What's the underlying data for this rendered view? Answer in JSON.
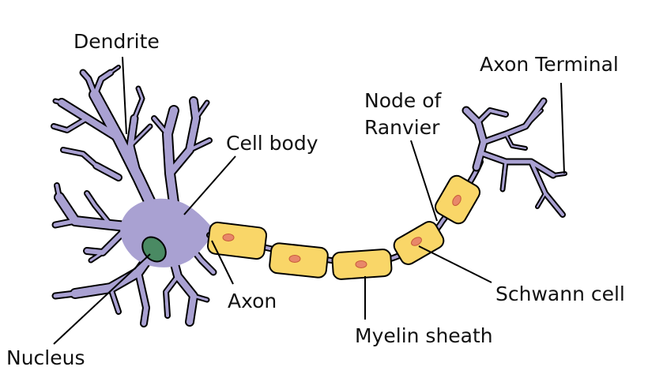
{
  "labels": {
    "dendrite": "Dendrite",
    "cell_body": "Cell body",
    "node_of_ranvier_line1": "Node of",
    "node_of_ranvier_line2": "Ranvier",
    "axon_terminal": "Axon Terminal",
    "axon": "Axon",
    "schwann_cell": "Schwann cell",
    "myelin_sheath": "Myelin sheath",
    "nucleus": "Nucleus"
  },
  "colors": {
    "soma": "#a9a1d2",
    "nucleus": "#4a8a63",
    "myelin": "#f9d668",
    "schwann_nucleus": "#e8876a",
    "outline": "#000000",
    "text": "#111111"
  }
}
